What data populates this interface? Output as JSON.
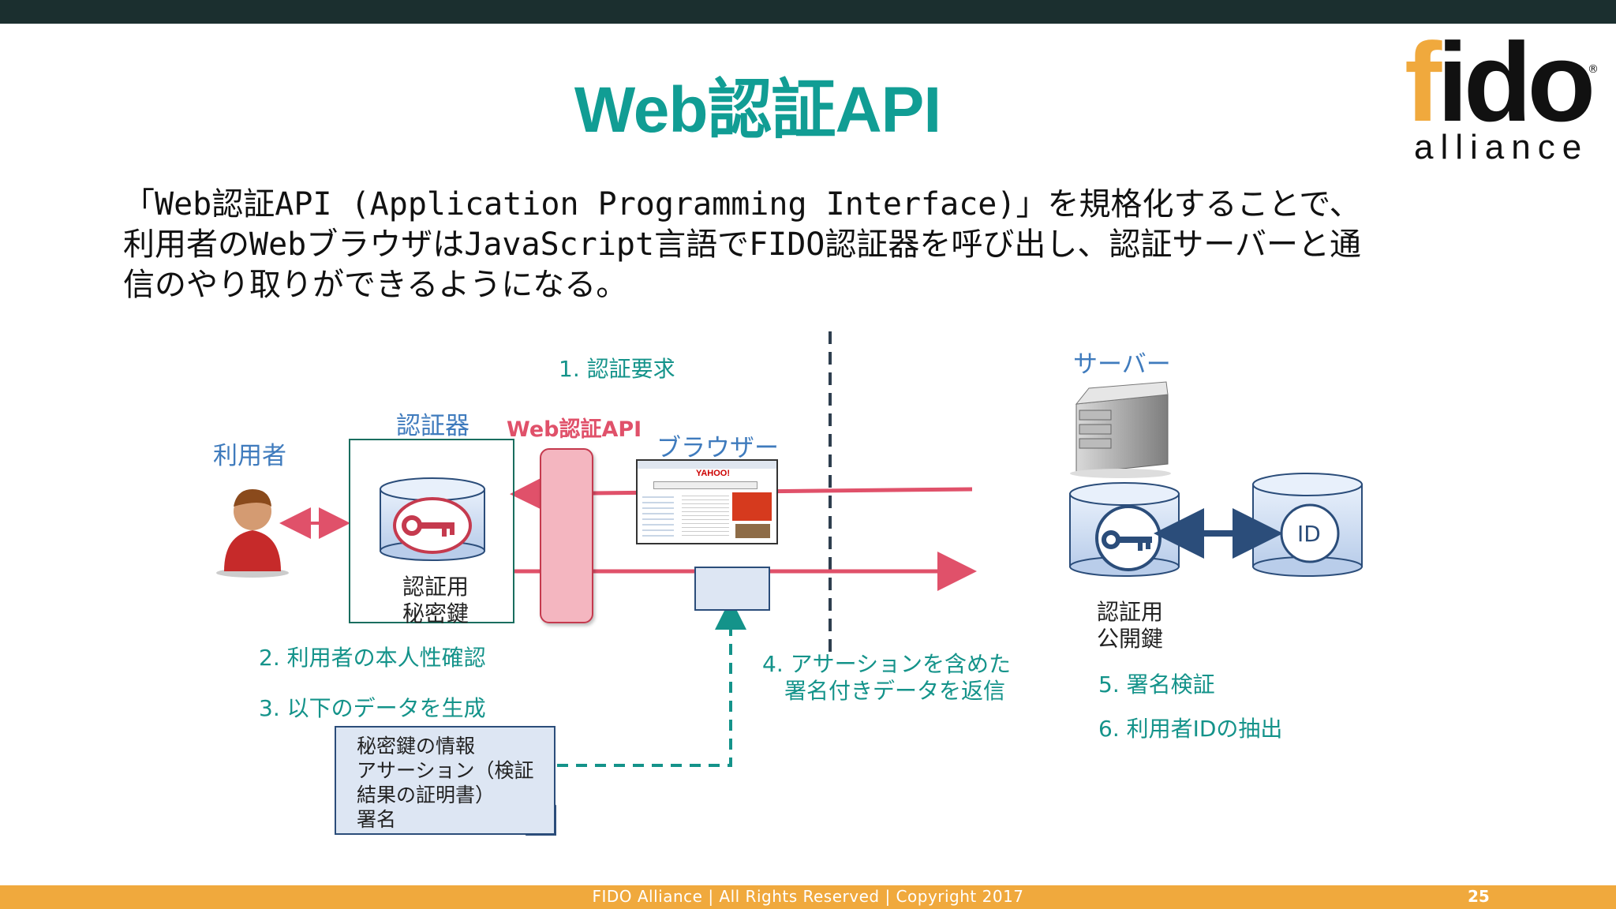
{
  "title": "Web認証API",
  "logo": {
    "brand": "fido",
    "sub": "alliance",
    "reg": "®"
  },
  "paragraph": [
    "「Web認証API (Application Programming Interface)」を規格化することで、",
    "利用者のWebブラウザはJavaScript言語でFIDO認証器を呼び出し、認証サーバーと通",
    "信のやり取りができるようになる。"
  ],
  "diagram": {
    "step1": "1. 認証要求",
    "server_label": "サーバー",
    "authenticator_label": "認証器",
    "webapi_label": "Web認証API",
    "browser_label": "ブラウザー",
    "user_label": "利用者",
    "private_key_line1": "認証用",
    "private_key_line2": "秘密鍵",
    "public_key_line1": "認証用",
    "public_key_line2": "公開鍵",
    "id_label": "ID",
    "step2": "2. 利用者の本人性確認",
    "step3": "3. 以下のデータを生成",
    "step4_line1": "4. アサーションを含めた",
    "step4_line2": "署名付きデータを返信",
    "step5": "5. 署名検証",
    "step6": "6. 利用者IDの抽出",
    "data_items": [
      "秘密鍵の情報",
      "アサーション（検証",
      "結果の証明書）",
      "署名"
    ],
    "browser_logo": "YAHOO!"
  },
  "footer": {
    "text": "FIDO Alliance | All Rights Reserved | Copyright 2017",
    "page": "25"
  },
  "colors": {
    "teal": "#119d94",
    "orange": "#f0a93d",
    "pink_arrow": "#e0516a",
    "navy": "#2b4d7a",
    "blue_label": "#3f7bbd"
  }
}
